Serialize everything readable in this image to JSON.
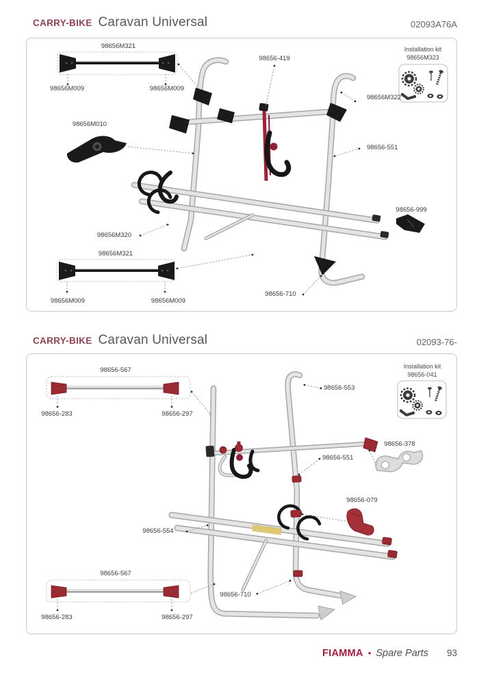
{
  "sections": [
    {
      "brand": "CARRY-BIKE",
      "title": "Caravan Universal",
      "code": "02093A76A",
      "installation_kit": {
        "title": "Installation kit",
        "part_number": "98656M323"
      },
      "labels": {
        "rail_top": "98656M321",
        "rail_top_left_end": "98656M009",
        "rail_top_right_end": "98656M009",
        "strap": "98656-419",
        "upper_frame": "98656M322",
        "bracket": "98656M010",
        "upright": "98656-551",
        "wedge": "98656-999",
        "lower_rail": "98656M320",
        "rail_bottom": "98656M321",
        "rail_bottom_left_end": "98656M009",
        "rail_bottom_right_end": "98656M009",
        "foot": "98656-710"
      }
    },
    {
      "brand": "CARRY-BIKE",
      "title": "Caravan Universal",
      "code": "02093-76-",
      "installation_kit": {
        "title": "Installation kit",
        "part_number": "98656-041"
      },
      "labels": {
        "rail_top": "98656-567",
        "rail_top_left_end": "98656-283",
        "rail_top_right_end": "98656-297",
        "hook": "98656-553",
        "clamp": "98656-378",
        "upright": "98656-551",
        "block": "98656-079",
        "platform": "98656-554",
        "rail_bottom": "98656-567",
        "rail_bottom_left_end": "98656-283",
        "rail_bottom_right_end": "98656-297",
        "foot": "98656-710"
      }
    }
  ],
  "footer": {
    "brand": "FIAMMA",
    "separator": "•",
    "label": "Spare Parts",
    "page_number": "93"
  }
}
